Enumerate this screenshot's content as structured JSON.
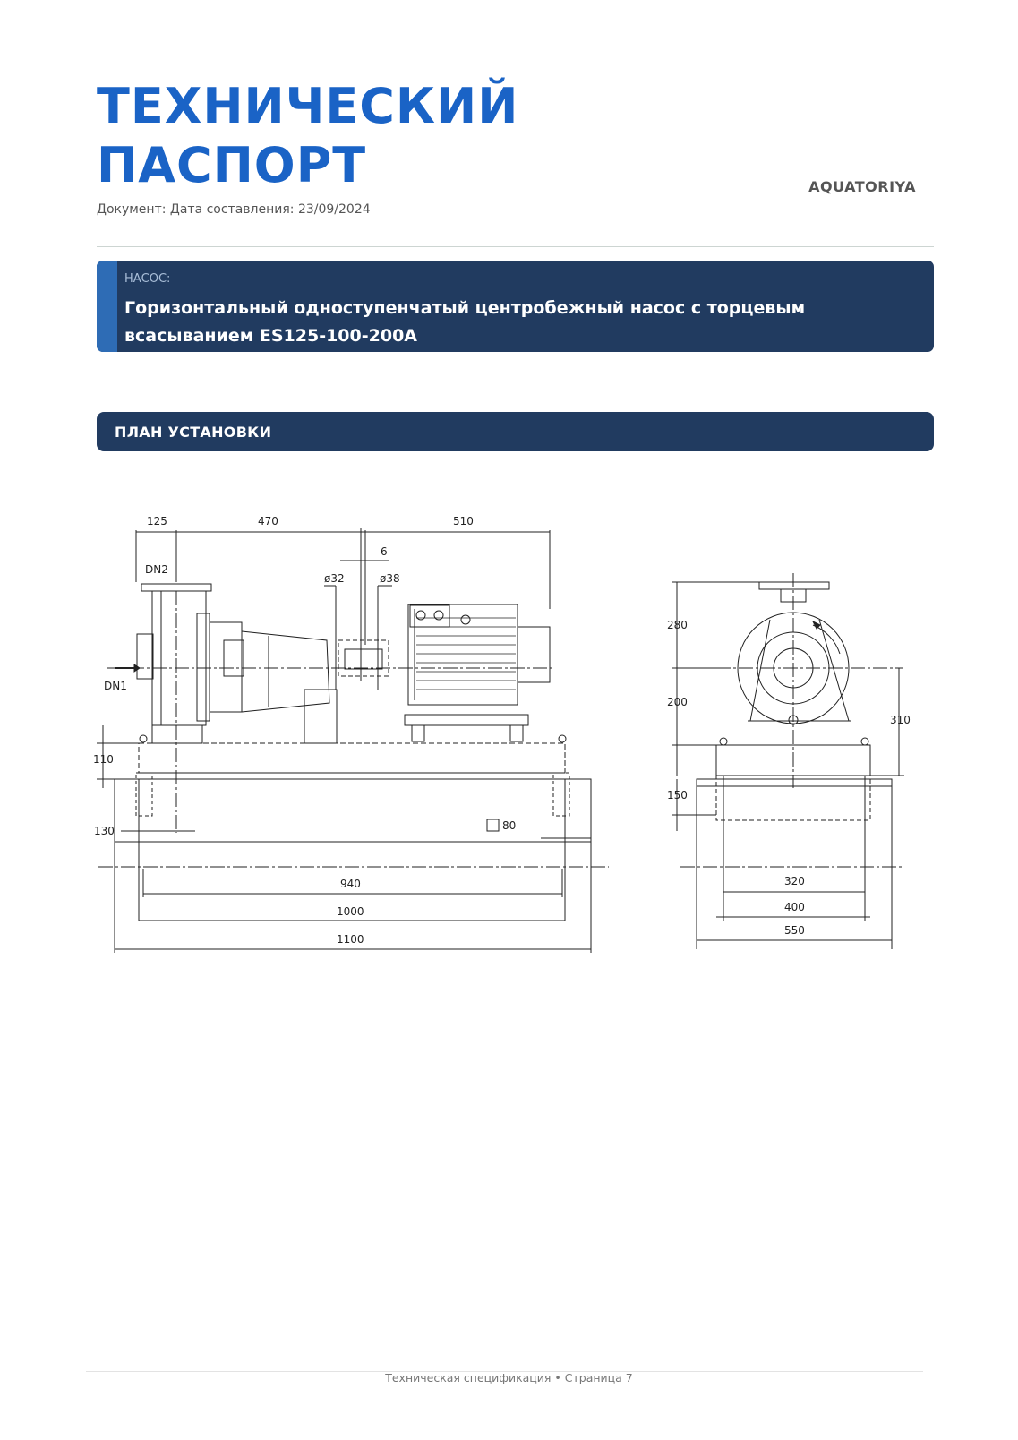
{
  "header": {
    "title_line1": "ТЕХНИЧЕСКИЙ",
    "title_line2": "ПАСПОРТ",
    "brand": "AQUATORIYA",
    "document_line": "Документ: Дата составления: 23/09/2024"
  },
  "product": {
    "label": "НАСОС:",
    "name": "Горизонтальный одноступенчатый центробежный насос с торцевым всасыванием ES125-100-200A"
  },
  "section": {
    "title": "ПЛАН УСТАНОВКИ"
  },
  "drawing": {
    "side_view": {
      "dim_125": "125",
      "dim_470": "470",
      "dim_510": "510",
      "dim_6": "6",
      "dim_d32": "ø32",
      "dim_d38": "ø38",
      "dn2": "DN2",
      "dn1": "DN1",
      "dim_110": "110",
      "dim_130": "130",
      "dim_80": "80",
      "dim_940": "940",
      "dim_1000": "1000",
      "dim_1100": "1100"
    },
    "front_view": {
      "dim_280": "280",
      "dim_200": "200",
      "dim_310": "310",
      "dim_150": "150",
      "dim_320": "320",
      "dim_400": "400",
      "dim_550": "550"
    }
  },
  "footer": {
    "text": "Техническая спецификация  •  Страница 7"
  }
}
